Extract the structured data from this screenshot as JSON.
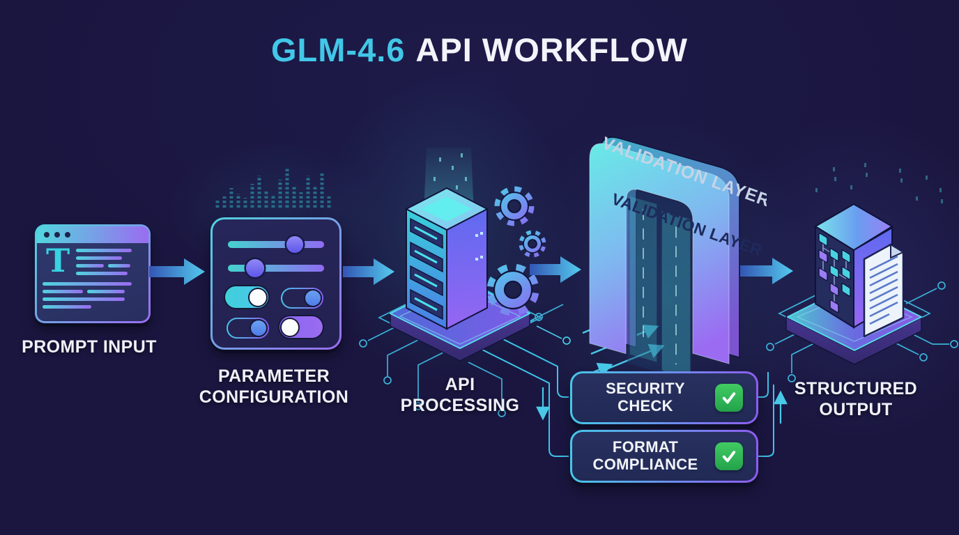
{
  "title": {
    "model": "GLM-4.6",
    "suffix": "API WORKFLOW"
  },
  "stages": [
    {
      "id": "prompt-input",
      "label": "PROMPT INPUT",
      "icon": "browser-window-text-icon",
      "glyph": "T"
    },
    {
      "id": "parameter-configuration",
      "label": "PARAMETER CONFIGURATION",
      "icon": "sliders-toggles-panel-icon"
    },
    {
      "id": "api-processing",
      "label": "API PROCESSING",
      "icon": "server-gears-icon"
    },
    {
      "id": "validation-layer",
      "label": "VALIDATION LAYER",
      "label_on_arch": "VALIDATION LAYER",
      "icon": "validation-gate-arch-icon"
    },
    {
      "id": "structured-output",
      "label": "STRUCTURED OUTPUT",
      "icon": "cube-document-icon"
    }
  ],
  "checks": [
    {
      "label": "SECURITY CHECK",
      "icon": "checkmark-icon"
    },
    {
      "label": "FORMAT COMPLIANCE",
      "icon": "checkmark-icon"
    }
  ],
  "colors": {
    "background": "#1a1640",
    "accent_cyan": "#45c9e8",
    "accent_teal": "#3fd6d8",
    "accent_purple": "#8f63f0",
    "success_green": "#2eb553",
    "text_white": "#f2f4f9",
    "circuit_line": "#3fc3e8"
  }
}
